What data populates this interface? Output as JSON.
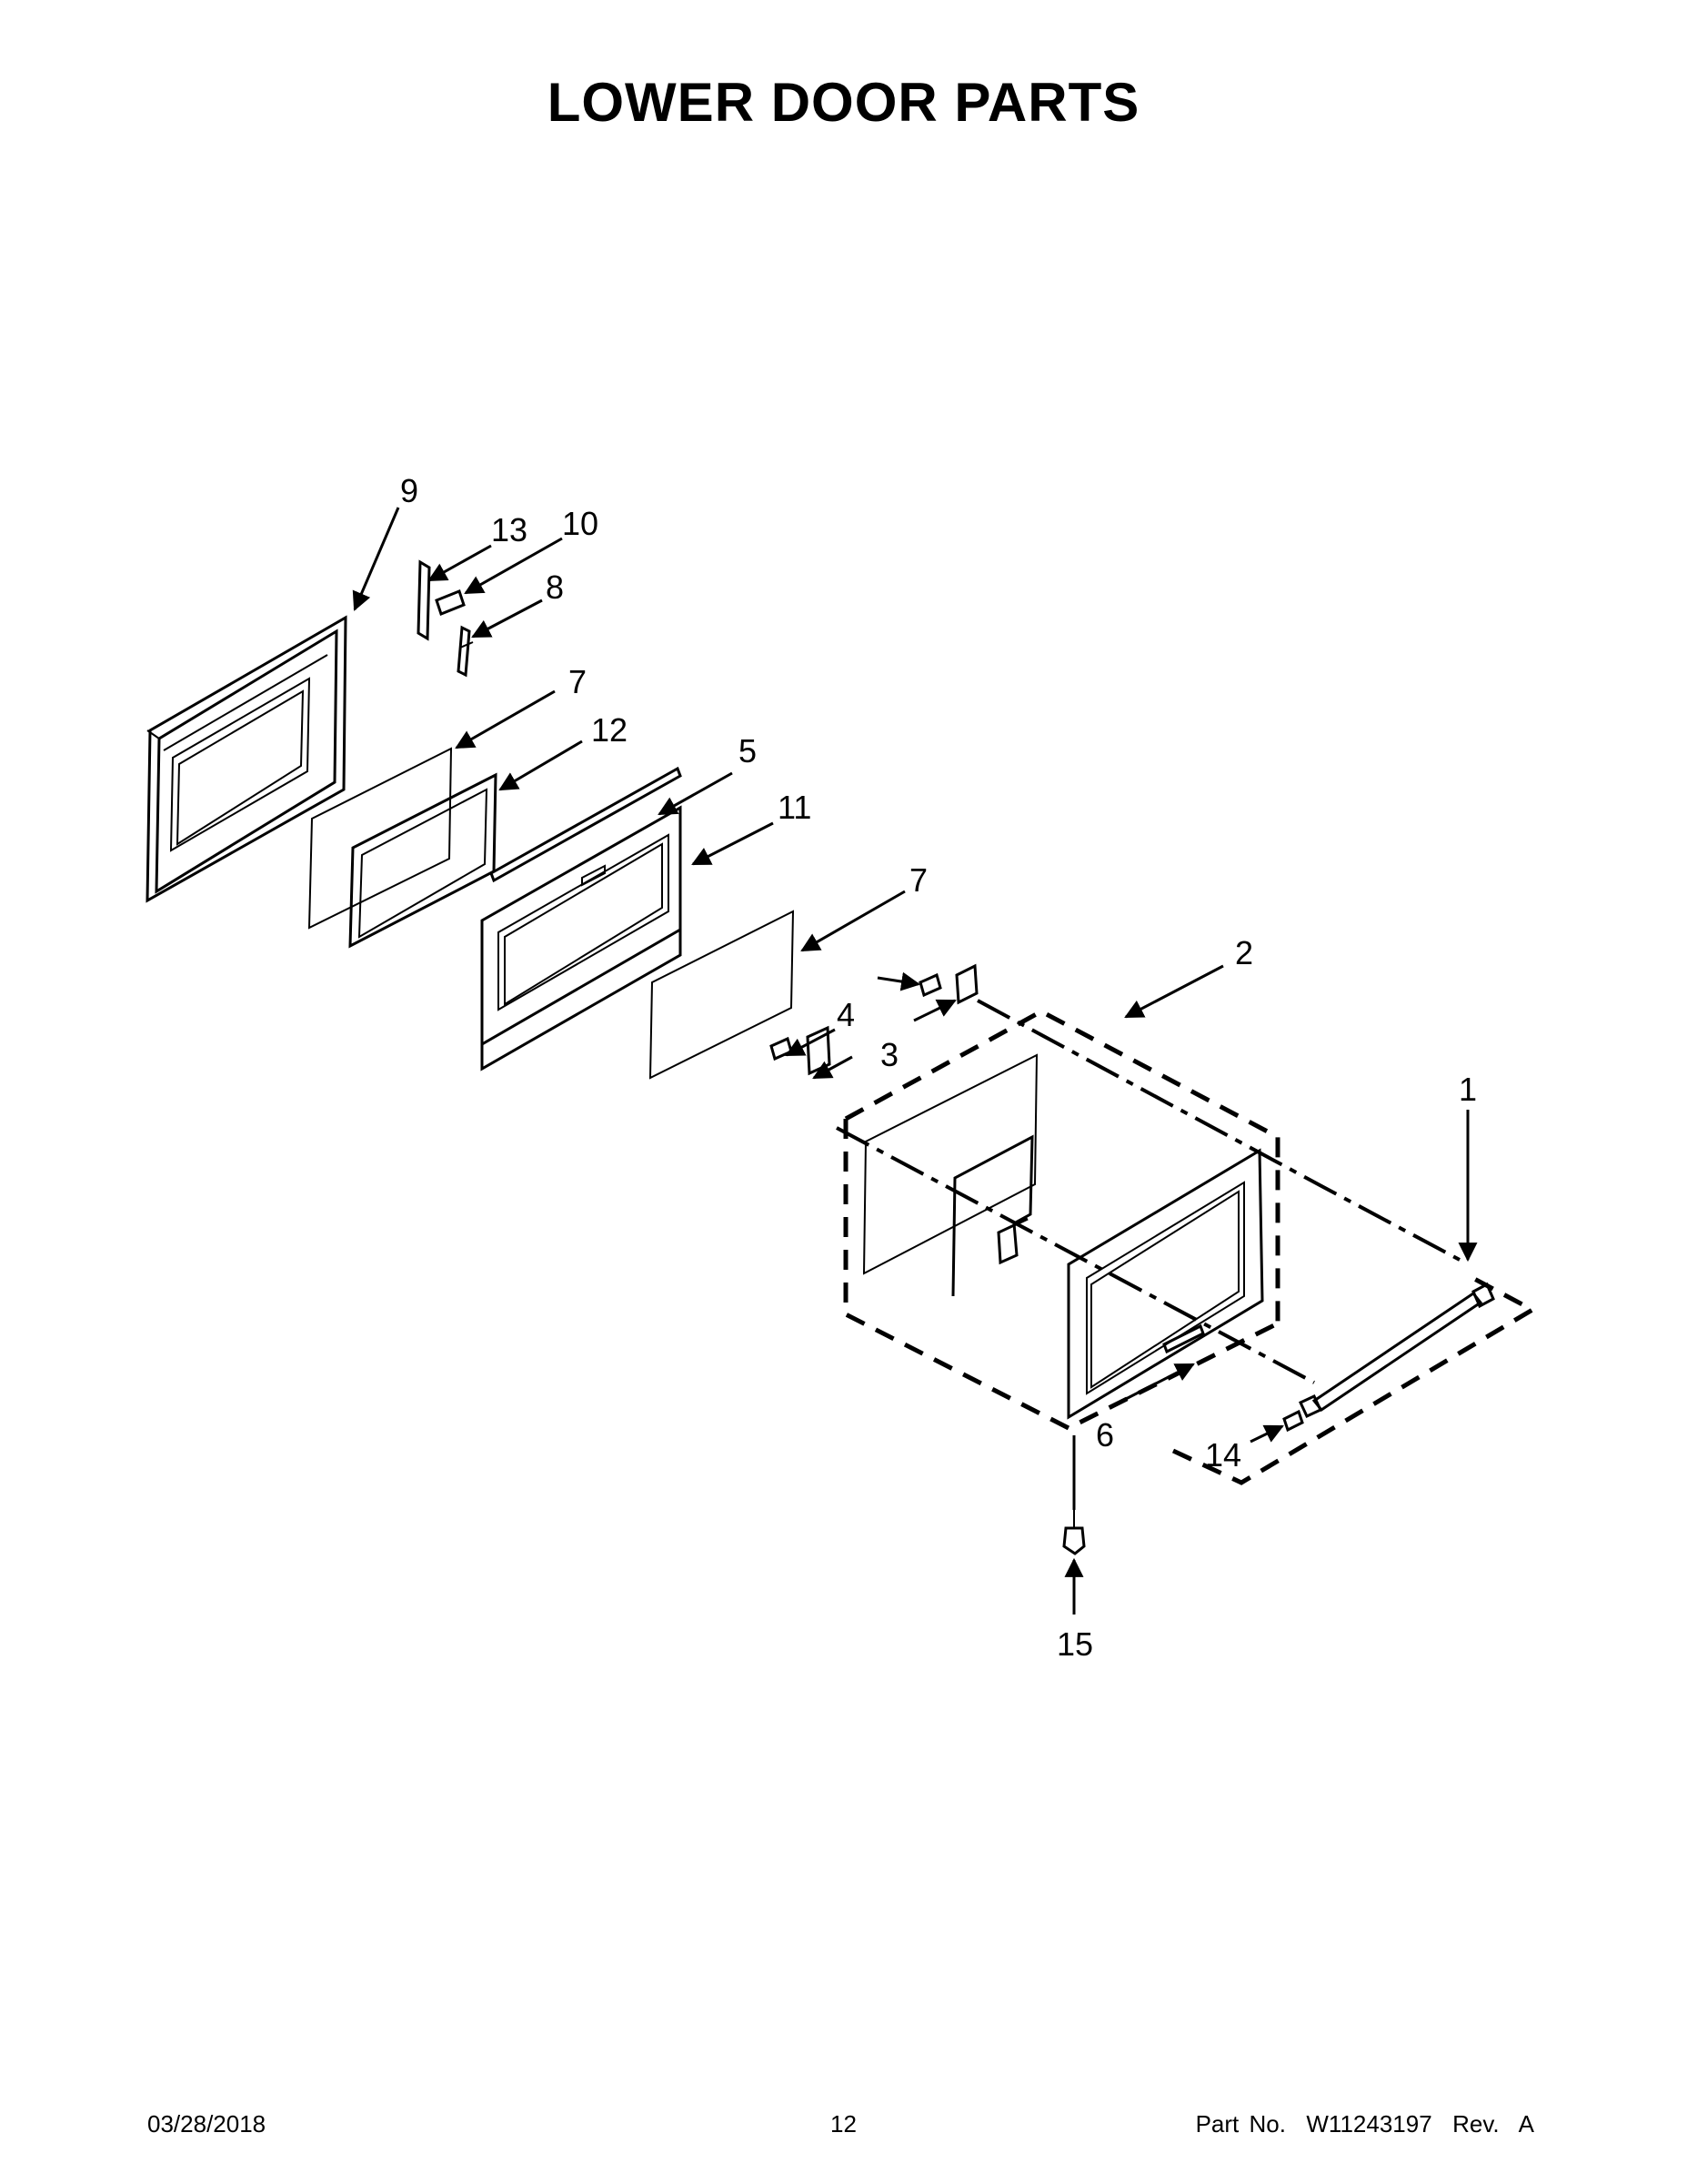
{
  "title": "LOWER DOOR PARTS",
  "callouts": {
    "c1": "1",
    "c2": "2",
    "c3": "3",
    "c4": "4",
    "c5": "5",
    "c6": "6",
    "c7a": "7",
    "c7b": "7",
    "c8": "8",
    "c9": "9",
    "c10": "10",
    "c11": "11",
    "c12": "12",
    "c13": "13",
    "c14": "14",
    "c15": "15"
  },
  "footer": {
    "date": "03/28/2018",
    "page": "12",
    "part_number": "Part No.  W11243197  Rev.  A"
  }
}
